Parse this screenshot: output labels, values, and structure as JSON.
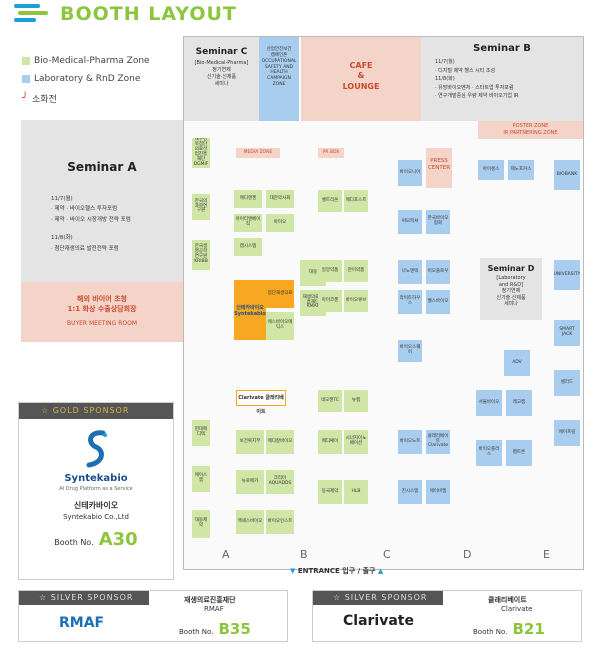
{
  "header": {
    "title": "BOOTH LAYOUT"
  },
  "legend": [
    {
      "label": "Bio-Medical-Pharma Zone",
      "color": "#cfe6a7"
    },
    {
      "label": "Laboratory & RnD Zone",
      "color": "#a9cdee"
    },
    {
      "label": "소화전",
      "color": "#d9262b"
    }
  ],
  "seminar_a": {
    "title": "Seminar A",
    "lines": [
      "11/7(월)",
      "· 제약 · 바이오헬스 투자포럼",
      "· 제약 · 바이오 시장개방 전략 포럼",
      "11/8(화)",
      "· 첨단재생의료 발전전략 포럼"
    ]
  },
  "seminar_b": {
    "title": "Seminar B",
    "lines": [
      "11/7(월)",
      "· 디지털 제약 헬스 시티 조성",
      "11/8(화)",
      "· 유망바이오벤처 · 스타트업 투자포럼",
      "· 연구개발중심 우량 제약 바이오기업 IR"
    ]
  },
  "seminar_c": {
    "title": "Seminar C",
    "lines": [
      "[Bio-Medical-Pharma]",
      "정기연제",
      "신기술·신제품",
      "세미나"
    ]
  },
  "seminar_d": {
    "title": "Seminar D",
    "lines": [
      "[Laboratory",
      "and R&D]",
      "정기연제",
      "신기술·신제품",
      "세미나"
    ]
  },
  "occ_zone": {
    "lines": [
      "산업안전보건",
      "캠페인존",
      "OCCUPATIONAL",
      "SAFETY AND",
      "HEALTH",
      "CAMPAIGN",
      "ZONE"
    ]
  },
  "cafe": {
    "lines": [
      "CAFE",
      "&",
      "LOUNGE"
    ]
  },
  "buyer": {
    "lines": [
      "해외 바이어 초청",
      "1:1 화상 수출상담회장"
    ],
    "sub": "BUYER MEETING ROOM"
  },
  "poster_zone": {
    "lines": [
      "POSTER ZONE",
      "IR PARTNERING ZONE"
    ]
  },
  "media_zone": "MEDIA ZONE",
  "pr_box": "PR BOX",
  "press": {
    "lines": [
      "PRESS",
      "CENTER"
    ]
  },
  "entrance": "ENTRANCE 입구 / 출구",
  "columns": [
    "A",
    "B",
    "C",
    "D",
    "E"
  ],
  "booths": {
    "a1": "대구경북첨단의료산업진흥재단 DGMIF",
    "a2": "한국의과학연구원",
    "a3": "한국생명공학연구원 KRIBB",
    "a4": "메디엔젠",
    "a5": "신테카바이오 Syntekabio",
    "a6": "아이티앤베이직",
    "a7": "캠시스템",
    "a8": "대웅제약",
    "a9": "현대메디텍",
    "a10": "에이스엠",
    "b1": "보건복지부",
    "b2": "메디칼바이오",
    "b3": "대한약사회",
    "b4": "바이오",
    "b5": "첨단재생의료",
    "b6": "에스바이오메딕스",
    "b7": "대웅",
    "b8": "재생의료진흥재단 RMAF",
    "b9": "뉴로메카",
    "b10": "엑세스바이오",
    "b11": "크리아 AQUADDS",
    "b12": "바이오인스트",
    "c1": "셀트리온",
    "c2": "메디포스트",
    "c3": "일양약품",
    "c4": "한미약품",
    "c5": "아미코젠",
    "c6": "바이오큐브",
    "c7": "네오젠TC",
    "c8": "뉴랩",
    "c9": "메디쎄이",
    "c10": "시너지이노베이션",
    "c11": "동국제약",
    "c12": "HLB",
    "d1": "바이오니아",
    "d2": "써모피셔",
    "d3": "한국바이오협회",
    "d4": "나노엔텍",
    "d5": "이오플로우",
    "d6": "라이트하우스",
    "d7": "웰스바이오",
    "d8": "바이오스퀘어",
    "d9": "바이오노트",
    "d10": "클래리베이트 Clarivate",
    "d11": "진시스템",
    "d12": "에이비엘",
    "e1": "아이센스",
    "e2": "제노포커스",
    "e3": "BIOBANK",
    "e4": "UNIVERSITY",
    "e5": "SMART JACK",
    "e6": "ADV",
    "e7": "서울바이오",
    "e8": "레고켐",
    "e9": "셀리드",
    "e10": "바이오플러스",
    "e11": "펩트론",
    "e12": "에이프릴"
  },
  "clarivate_booth": "Clarivate 클래리베이트",
  "gold_sponsor": {
    "label": "GOLD SPONSOR",
    "logo_text": "Syntekabio",
    "tagline": "AI Drug Platform as a Service",
    "kor": "신테카바이오",
    "eng": "Syntekabio Co.,Ltd",
    "booth_label": "Booth No.",
    "booth_no": "A30"
  },
  "silver1": {
    "label": "SILVER SPONSOR",
    "logo": "RMAF",
    "kor": "재생의료진흥재단",
    "eng": "RMAF",
    "booth_label": "Booth No.",
    "booth_no": "B35"
  },
  "silver2": {
    "label": "SILVER SPONSOR",
    "logo": "Clarivate",
    "kor": "클래리베이트",
    "eng": "Clarivate",
    "booth_label": "Booth No.",
    "booth_no": "B21"
  }
}
